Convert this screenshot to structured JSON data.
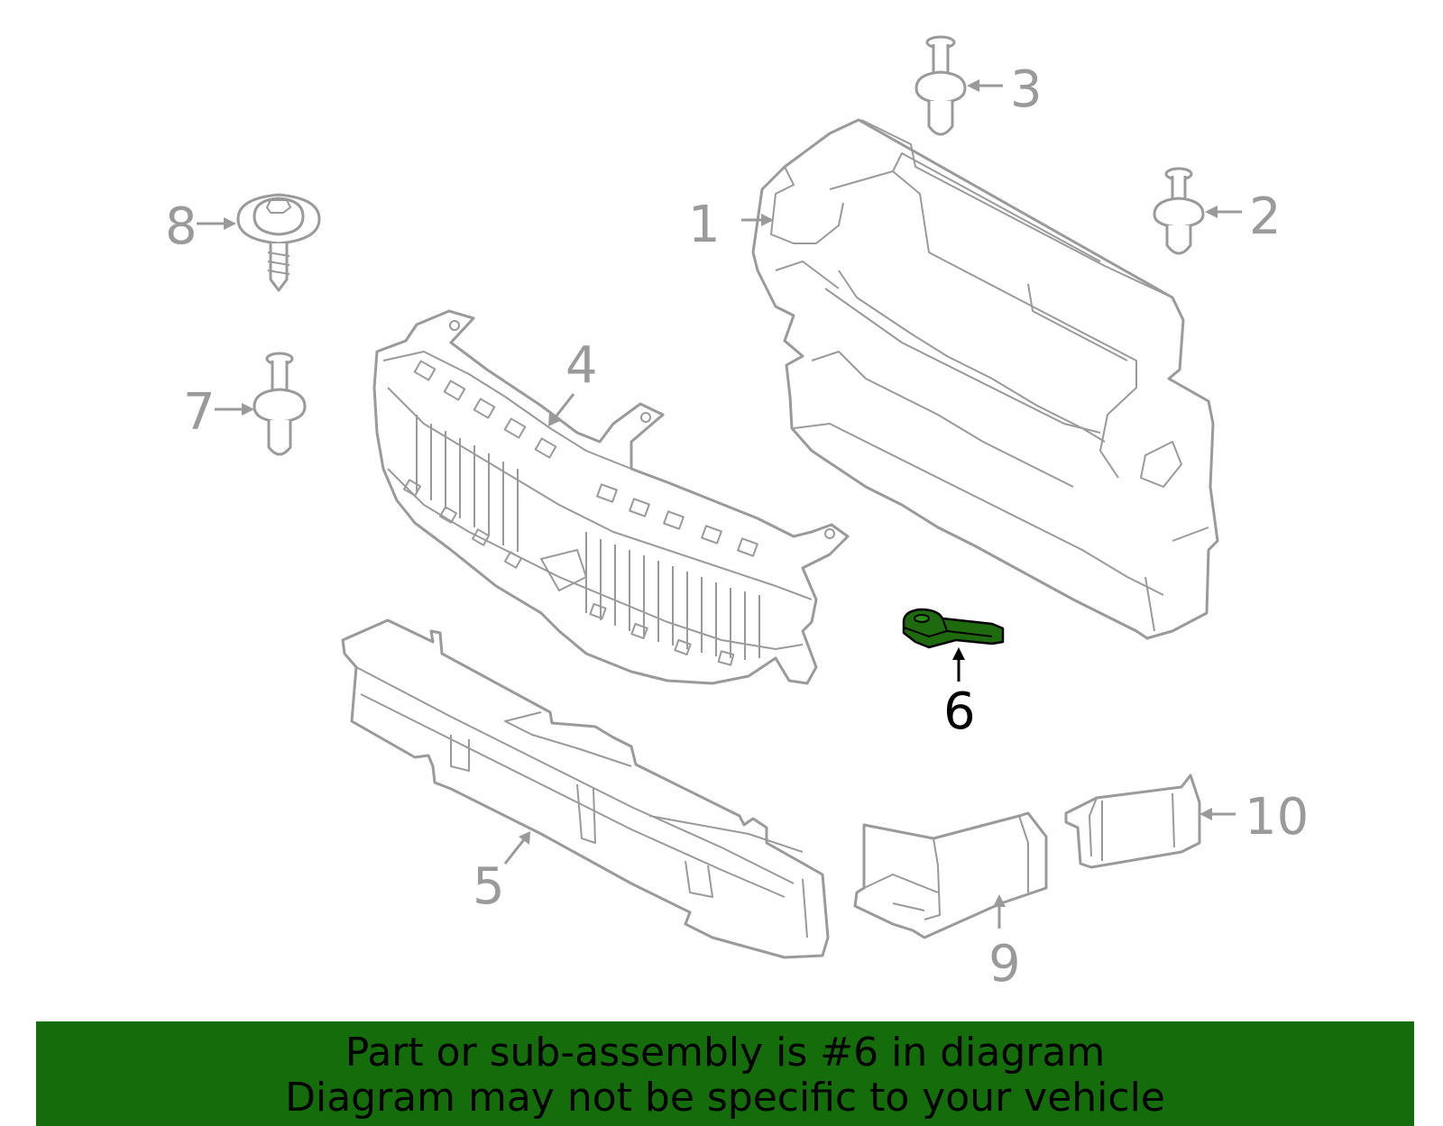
{
  "diagram": {
    "callouts": [
      {
        "id": "1",
        "label": "1"
      },
      {
        "id": "2",
        "label": "2"
      },
      {
        "id": "3",
        "label": "3"
      },
      {
        "id": "4",
        "label": "4"
      },
      {
        "id": "5",
        "label": "5"
      },
      {
        "id": "6",
        "label": "6"
      },
      {
        "id": "7",
        "label": "7"
      },
      {
        "id": "8",
        "label": "8"
      },
      {
        "id": "9",
        "label": "9"
      },
      {
        "id": "10",
        "label": "10"
      }
    ],
    "highlighted_part": "6",
    "colors": {
      "outline": "#9a9a9a",
      "highlight_fill": "#1e6a0e",
      "banner_background": "#146c0b",
      "banner_text": "#000000"
    }
  },
  "banner": {
    "line1": "Part or sub-assembly is #6 in diagram",
    "line2": "Diagram may not be specific to your vehicle"
  }
}
